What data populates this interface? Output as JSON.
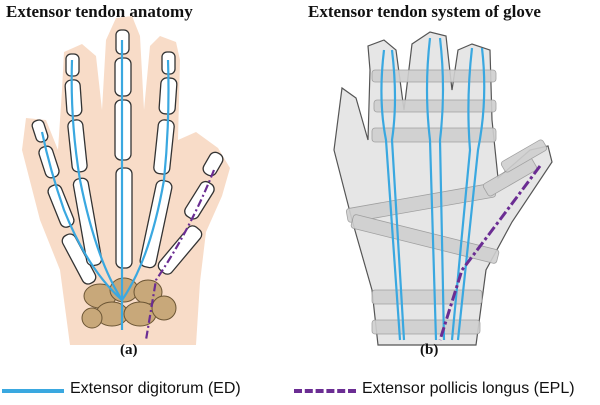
{
  "panels": {
    "a": {
      "title": "Extensor tendon anatomy",
      "label": "(a)"
    },
    "b": {
      "title": "Extensor tendon system of glove",
      "label": "(b)"
    }
  },
  "legend": {
    "ed": {
      "label": "Extensor digitorum (ED)",
      "color": "#3aa8e0"
    },
    "epl": {
      "label": "Extensor pollicis longus (EPL)",
      "color": "#6b2d93"
    }
  },
  "colors": {
    "skin": "#f8dcc8",
    "bone_fill": "#ffffff",
    "bone_stroke": "#333333",
    "carpal": "#c8a87a",
    "glove_fill": "#e6e6e6",
    "glove_band": "#cfcfcf"
  }
}
